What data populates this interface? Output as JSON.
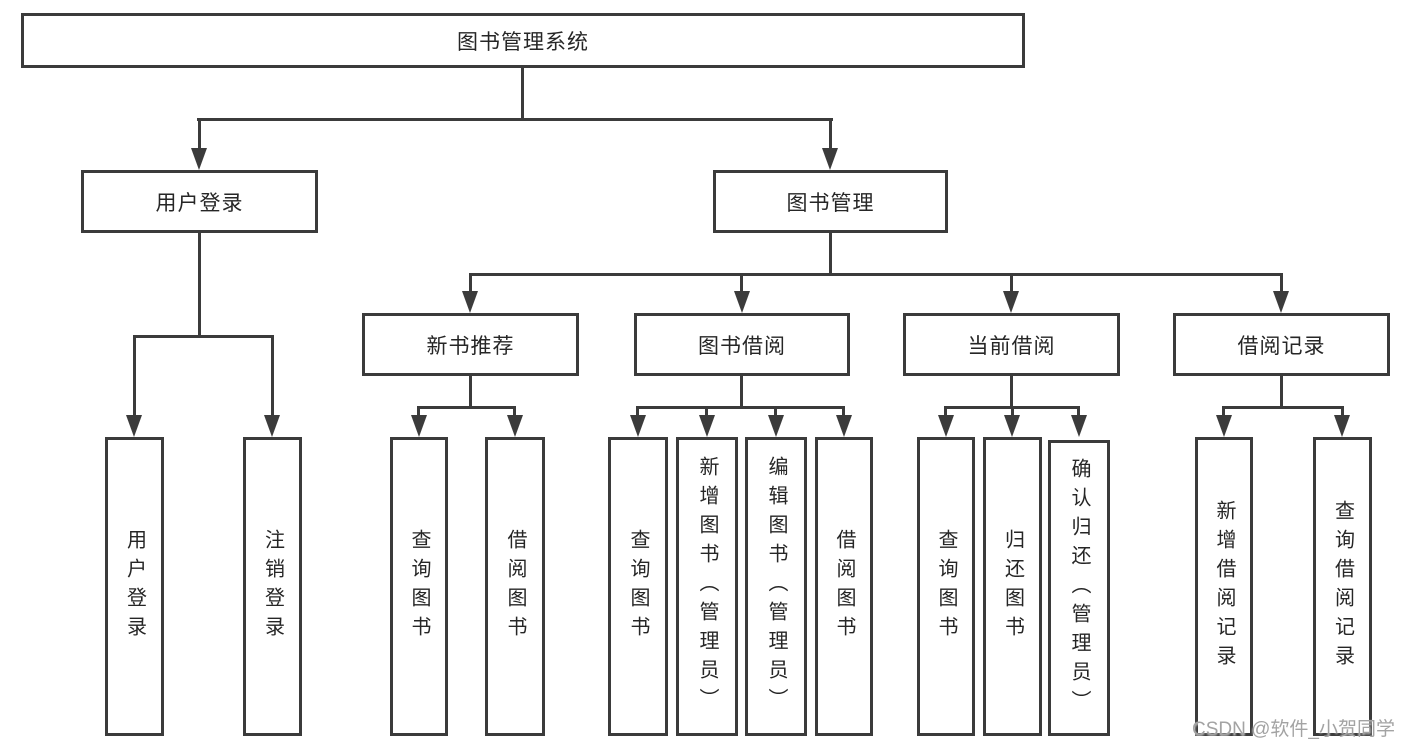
{
  "diagram": {
    "root": {
      "label": "图书管理系统"
    },
    "level1": [
      {
        "label": "用户登录",
        "children": [
          {
            "label": "用户登录"
          },
          {
            "label": "注销登录"
          }
        ]
      },
      {
        "label": "图书管理",
        "children": [
          {
            "label": "新书推荐",
            "children": [
              {
                "label": "查询图书"
              },
              {
                "label": "借阅图书"
              }
            ]
          },
          {
            "label": "图书借阅",
            "children": [
              {
                "label": "查询图书"
              },
              {
                "label": "新增图书（管理员）"
              },
              {
                "label": "编辑图书（管理员）"
              },
              {
                "label": "借阅图书"
              }
            ]
          },
          {
            "label": "当前借阅",
            "children": [
              {
                "label": "查询图书"
              },
              {
                "label": "归还图书"
              },
              {
                "label": "确认归还（管理员）"
              }
            ]
          },
          {
            "label": "借阅记录",
            "children": [
              {
                "label": "新增借阅记录"
              },
              {
                "label": "查询借阅记录"
              }
            ]
          }
        ]
      }
    ],
    "watermark": "CSDN @软件_小贺同学",
    "colors": {
      "line": "#3b3b3b",
      "text": "#262626",
      "watermark": "#a3a3a3",
      "bg": "#ffffff"
    }
  }
}
